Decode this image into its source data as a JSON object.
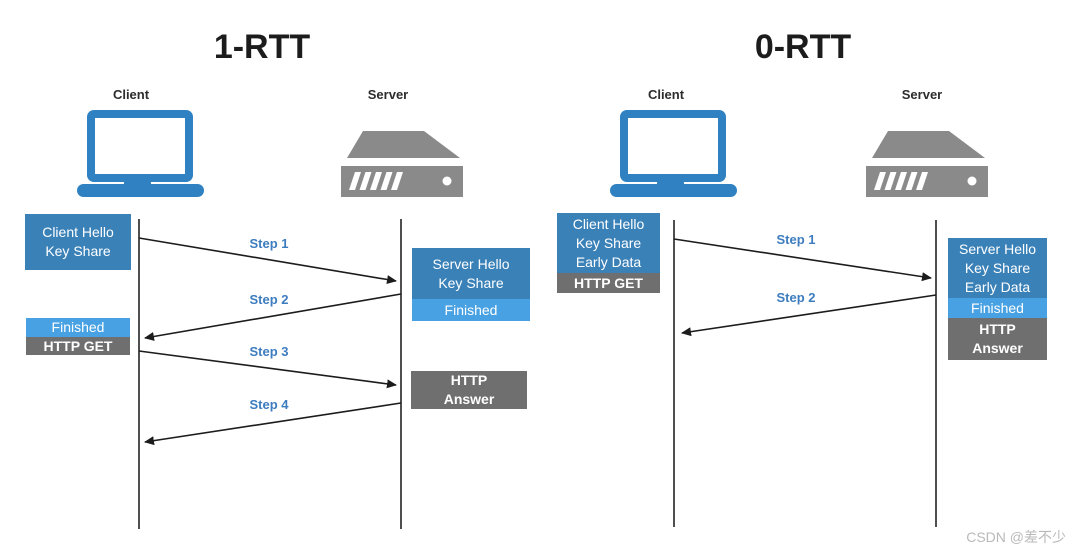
{
  "watermark": "CSDN @差不少",
  "colors": {
    "message_blue": "#3a81b8",
    "finished_light_blue": "#47a1e3",
    "http_gray": "#6f6f6f",
    "laptop_blue": "#2f81c2",
    "server_gray": "#8a8a8a",
    "step_label_blue": "#3d7dbf",
    "lifeline_gray": "#4f4f4f",
    "arrow_black": "#1c1c1c"
  },
  "diagrams": [
    {
      "title": "1-RTT",
      "client_label": "Client",
      "server_label": "Server",
      "client_hello": {
        "line1": "Client Hello",
        "line2": "Key Share"
      },
      "client_finished": "Finished",
      "client_http_get": "HTTP GET",
      "server_hello": {
        "line1": "Server Hello",
        "line2": "Key Share"
      },
      "server_finished": "Finished",
      "http_answer": {
        "line1": "HTTP",
        "line2": "Answer"
      },
      "steps": [
        "Step 1",
        "Step 2",
        "Step 3",
        "Step 4"
      ]
    },
    {
      "title": "0-RTT",
      "client_label": "Client",
      "server_label": "Server",
      "client_hello": {
        "line1": "Client Hello",
        "line2": "Key Share",
        "line3": "Early Data"
      },
      "client_http_get": "HTTP GET",
      "server_hello": {
        "line1": "Server Hello",
        "line2": "Key Share",
        "line3": "Early Data"
      },
      "server_finished": "Finished",
      "http_answer": {
        "line1": "HTTP",
        "line2": "Answer"
      },
      "steps": [
        "Step 1",
        "Step 2"
      ]
    }
  ]
}
